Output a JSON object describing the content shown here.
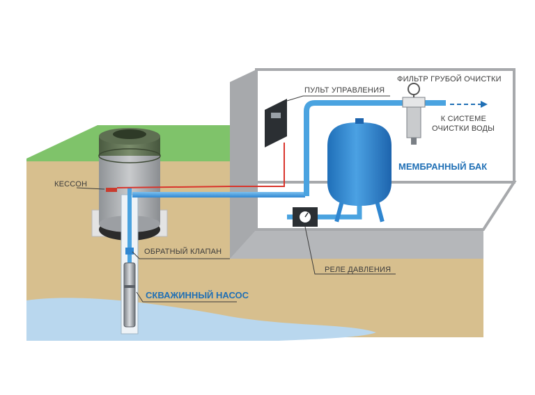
{
  "labels": {
    "caisson": "КЕССОН",
    "check_valve": "ОБРАТНЫЙ КЛАПАН",
    "well_pump": "СКВАЖИННЫЙ НАСОС",
    "control_panel": "ПУЛЬТ УПРАВЛЕНИЯ",
    "coarse_filter": "ФИЛЬТР ГРУБОЙ ОЧИСТКИ",
    "to_system_line1": "К СИСТЕМЕ",
    "to_system_line2": "ОЧИСТКИ ВОДЫ",
    "membrane_tank": "МЕМБРАННЫЙ БАК",
    "pressure_relay": "РЕЛЕ ДАВЛЕНИЯ"
  },
  "colors": {
    "grass": "#7fc36a",
    "soil": "#d7bf8e",
    "water": "#b9d7ee",
    "wall": "#a7a9ac",
    "tank": "#2f86d0",
    "pipe": "#4aa3e0",
    "cable": "#d9342b",
    "accent_text": "#1f6fb5"
  },
  "icons": [
    "arrow-right-icon",
    "pressure-gauge-icon"
  ]
}
